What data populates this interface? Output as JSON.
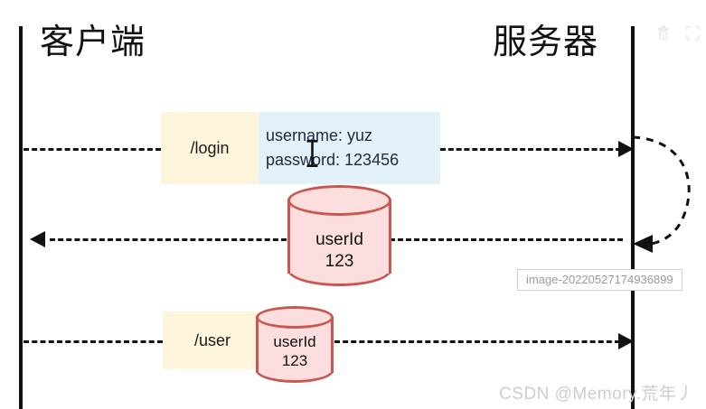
{
  "diagram": {
    "type": "sequence-diagram",
    "actors": [
      {
        "id": "client",
        "label": "客户端"
      },
      {
        "id": "server",
        "label": "服务器"
      }
    ],
    "messages": [
      {
        "id": "login-request",
        "direction": "client-to-server",
        "endpoint_label": "/login",
        "payload_lines": "username: yuz\npassword: 123456",
        "payload_line_1": "username: yuz",
        "payload_line_2": "password: 123456"
      },
      {
        "id": "login-response",
        "direction": "server-to-client",
        "store_label": "userId\n123"
      },
      {
        "id": "user-request",
        "direction": "client-to-server",
        "endpoint_label": "/user",
        "store_label": "userId\n123"
      }
    ],
    "self_loop": {
      "id": "server-self-process",
      "label": ""
    },
    "stores": [
      {
        "id": "session-store-large",
        "line1": "userId",
        "line2": "123"
      },
      {
        "id": "session-store-small",
        "line1": "userId",
        "line2": "123"
      }
    ]
  },
  "overlay": {
    "tooltip_filename": "image-20220527174936899",
    "watermark": "CSDN @Memory.荒年丿"
  },
  "toolbar": {
    "icons": [
      {
        "name": "trash-icon",
        "title": "删除"
      },
      {
        "name": "crop-icon",
        "title": "裁剪"
      }
    ]
  },
  "colors": {
    "endpoint_box_bg": "#fdf6dd",
    "payload_box_bg": "#e3f1fb",
    "cylinder_fill": "#fbdedd",
    "cylinder_stroke": "#c8584f",
    "lifeline": "#111111",
    "watermark": "#cdcdcd"
  }
}
